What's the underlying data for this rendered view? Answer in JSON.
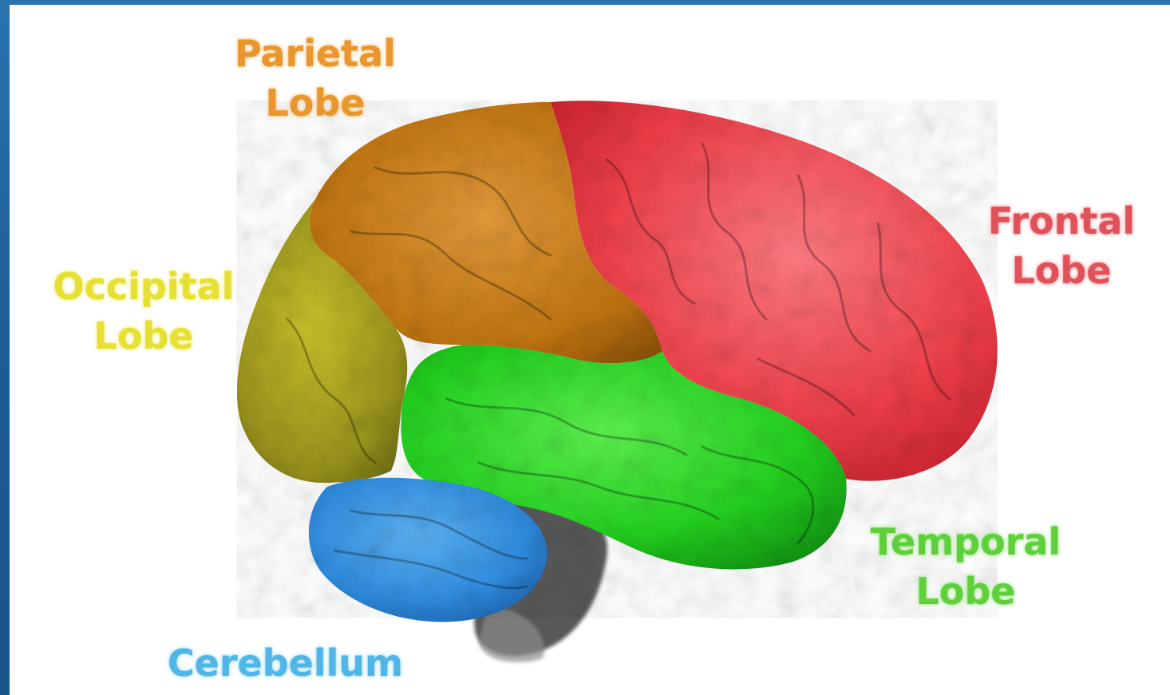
{
  "labels": {
    "parietal": [
      "Parietal",
      "Lobe"
    ],
    "frontal": [
      "Frontal",
      "Lobe"
    ],
    "occipital": [
      "Occipital",
      "Lobe"
    ],
    "temporal": [
      "Temporal",
      "Lobe"
    ],
    "cerebellum": "Cerebellum"
  },
  "colors": {
    "frame": "#1f5f93",
    "parietal": "#c87a12",
    "frontal": "#ee3a45",
    "occipital": "#a8a21a",
    "temporal": "#2fd42a",
    "cerebellum": "#2f8fe0",
    "brainstem": "#2b2b2b"
  }
}
